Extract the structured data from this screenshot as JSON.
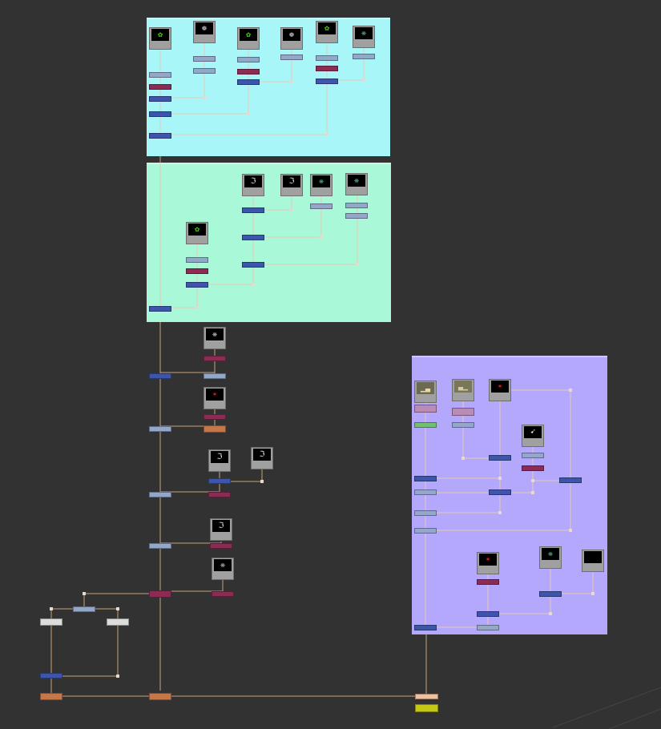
{
  "app": {
    "view": "node-graph"
  },
  "colors": {
    "canvas": "#323232",
    "wire": "#c8a276",
    "wire_light": "#e9c9b5",
    "backdrop_cyan": "#a9f6f9",
    "backdrop_mint": "#a9f8d8",
    "backdrop_lavender": "#b3a8fb",
    "node_blue": "#3d55ad",
    "node_light_blue": "#93a7c9",
    "node_red": "#8c2b54",
    "node_orange": "#c4784a",
    "node_white": "#dcdcdc",
    "node_yellow": "#c6c817"
  },
  "backdrops": [
    {
      "id": "cyan-group",
      "color": "#a9f6f9"
    },
    {
      "id": "mint-group",
      "color": "#a9f8d8"
    },
    {
      "id": "lavender-group",
      "color": "#b3a8fb"
    }
  ],
  "read_nodes": [
    {
      "id": "r1",
      "thumb_color": "#47d41a",
      "icon": "leaf-icon"
    },
    {
      "id": "r2",
      "thumb_color": "#dddddd",
      "icon": "cloud-icon"
    },
    {
      "id": "r3",
      "thumb_color": "#47d41a",
      "icon": "leaf-icon"
    },
    {
      "id": "r4",
      "thumb_color": "#dddddd",
      "icon": "cloud-icon"
    },
    {
      "id": "r5",
      "thumb_color": "#47d41a",
      "icon": "leaf-icon"
    },
    {
      "id": "r6",
      "thumb_color": "#5fb0a0",
      "icon": "leaf-icon"
    },
    {
      "id": "r7",
      "thumb_color": "#dddddd",
      "icon": "mask-icon"
    },
    {
      "id": "r8",
      "thumb_color": "#dddddd",
      "icon": "mask-icon"
    },
    {
      "id": "r9",
      "thumb_color": "#5fb0a0",
      "icon": "leaf-icon"
    },
    {
      "id": "r10",
      "thumb_color": "#5fb0a0",
      "icon": "leaf-icon"
    },
    {
      "id": "r11",
      "thumb_color": "#47d41a",
      "icon": "leaf-icon"
    },
    {
      "id": "r12",
      "thumb_color": "#cccccc",
      "icon": "leaf-icon"
    },
    {
      "id": "r13",
      "thumb_color": "#d42020",
      "icon": "splat-icon"
    },
    {
      "id": "r14",
      "thumb_color": "#dddddd",
      "icon": "mask-icon"
    },
    {
      "id": "r15",
      "thumb_color": "#dddddd",
      "icon": "mask-icon"
    },
    {
      "id": "r16",
      "thumb_color": "#dddddd",
      "icon": "mask-icon"
    },
    {
      "id": "r17",
      "thumb_color": "#bbbbbb",
      "icon": "leaf-icon"
    },
    {
      "id": "r18",
      "thumb_color": "#c9b58a",
      "icon": "landscape-icon"
    },
    {
      "id": "r19",
      "thumb_color": "#b3ab82",
      "icon": "landscape-icon"
    },
    {
      "id": "r20",
      "thumb_color": "#e02020",
      "icon": "splat-icon"
    },
    {
      "id": "r21",
      "thumb_color": "#eeeeee",
      "icon": "bird-icon"
    },
    {
      "id": "r22",
      "thumb_color": "#e02020",
      "icon": "splat-icon"
    },
    {
      "id": "r23",
      "thumb_color": "#5fb0a0",
      "icon": "leaf-icon"
    },
    {
      "id": "r24",
      "thumb_color": "#000000",
      "icon": "blank-icon"
    }
  ]
}
